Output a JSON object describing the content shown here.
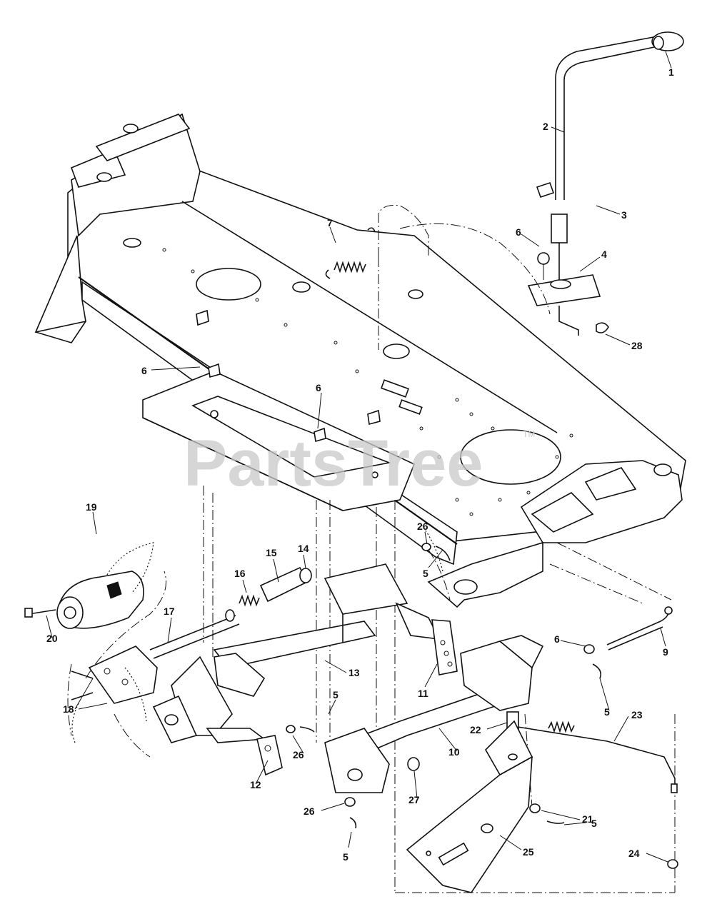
{
  "diagram": {
    "watermark": "PartsTree",
    "trademark": "TM",
    "callouts": [
      {
        "id": "c1",
        "text": "1"
      },
      {
        "id": "c2",
        "text": "2"
      },
      {
        "id": "c3",
        "text": "3"
      },
      {
        "id": "c4",
        "text": "4"
      },
      {
        "id": "c6a",
        "text": "6"
      },
      {
        "id": "c28",
        "text": "28"
      },
      {
        "id": "c7",
        "text": "7"
      },
      {
        "id": "c6b",
        "text": "6"
      },
      {
        "id": "c6c",
        "text": "6"
      },
      {
        "id": "c19",
        "text": "19"
      },
      {
        "id": "c20",
        "text": "20"
      },
      {
        "id": "c26a",
        "text": "26"
      },
      {
        "id": "c5a",
        "text": "5"
      },
      {
        "id": "c14",
        "text": "14"
      },
      {
        "id": "c15",
        "text": "15"
      },
      {
        "id": "c16",
        "text": "16"
      },
      {
        "id": "c17",
        "text": "17"
      },
      {
        "id": "c13",
        "text": "13"
      },
      {
        "id": "c11",
        "text": "11"
      },
      {
        "id": "c6d",
        "text": "6"
      },
      {
        "id": "c9",
        "text": "9"
      },
      {
        "id": "c5b",
        "text": "5"
      },
      {
        "id": "c18",
        "text": "18"
      },
      {
        "id": "c5c",
        "text": "5"
      },
      {
        "id": "c26b",
        "text": "26"
      },
      {
        "id": "c12",
        "text": "12"
      },
      {
        "id": "c22",
        "text": "22"
      },
      {
        "id": "c10",
        "text": "10"
      },
      {
        "id": "c23",
        "text": "23"
      },
      {
        "id": "c27",
        "text": "27"
      },
      {
        "id": "c26c",
        "text": "26"
      },
      {
        "id": "c21",
        "text": "21"
      },
      {
        "id": "c5d",
        "text": "5"
      },
      {
        "id": "c5e",
        "text": "5"
      },
      {
        "id": "c25",
        "text": "25"
      },
      {
        "id": "c24",
        "text": "24"
      }
    ]
  }
}
